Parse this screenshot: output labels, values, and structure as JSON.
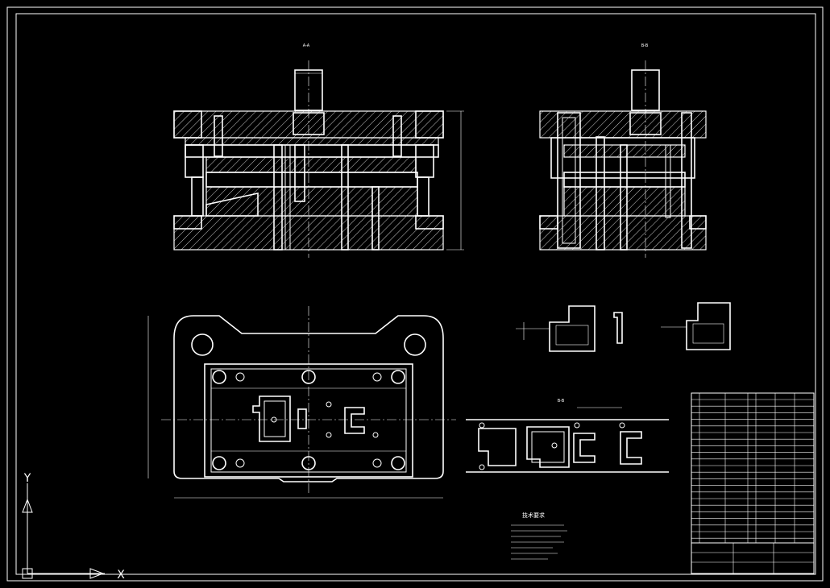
{
  "colors": {
    "background": "#000000",
    "line": "#ffffff"
  },
  "views": {
    "front_section_label": "A-A",
    "side_section_label": "B-B"
  },
  "strip_layout": {
    "section_label": "B-B"
  },
  "technical_requirements": {
    "title": "技术要求"
  },
  "ucs_icon": {
    "name": "ucs-axes-icon",
    "x_label": "X",
    "y_label": "Y"
  }
}
